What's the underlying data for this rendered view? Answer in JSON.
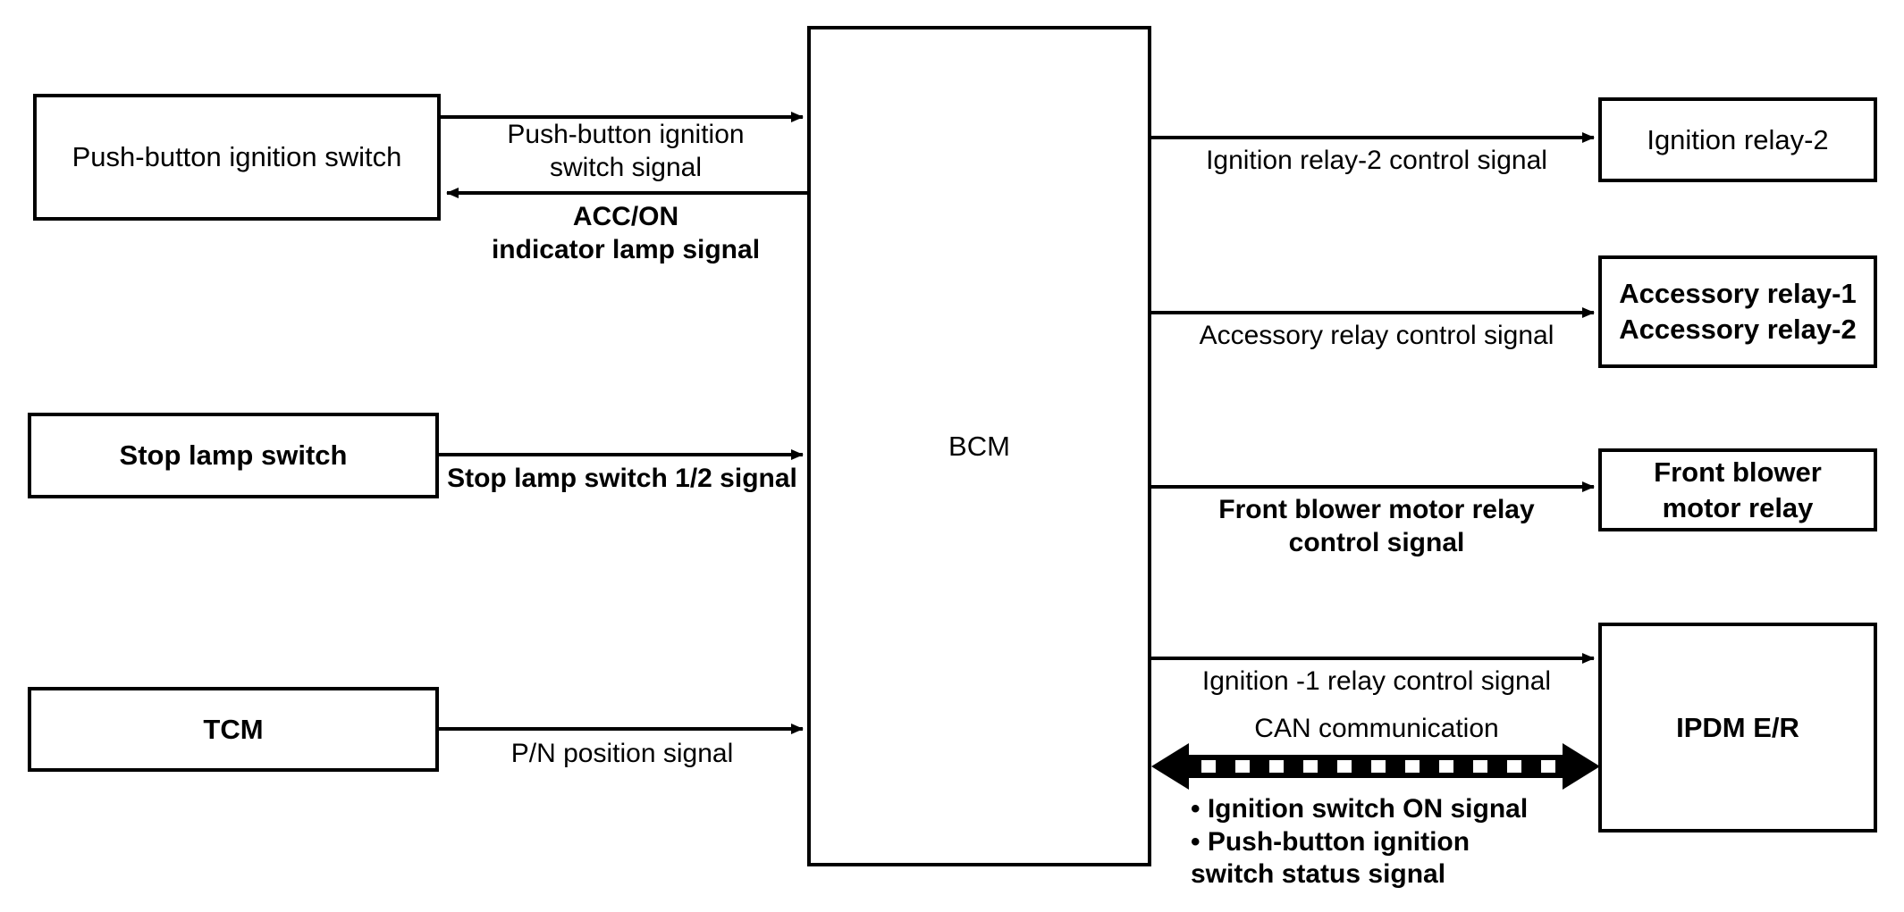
{
  "diagram": {
    "title": "BCM system signal block diagram",
    "line_color": "#000000",
    "background": "#ffffff"
  },
  "nodes": {
    "push_button_ignition_switch": {
      "label": "Push-button ignition switch"
    },
    "stop_lamp_switch": {
      "label": "Stop lamp switch"
    },
    "tcm": {
      "label": "TCM"
    },
    "bcm": {
      "label": "BCM"
    },
    "ignition_relay_2": {
      "label": "Ignition relay-2"
    },
    "accessory_relay": {
      "line1": "Accessory relay-1",
      "line2": "Accessory relay-2"
    },
    "front_blower_motor_relay": {
      "line1": "Front blower",
      "line2": "motor relay"
    },
    "ipdm_er": {
      "label": "IPDM E/R"
    }
  },
  "signals": {
    "push_button_switch_signal": "Push-button ignition\nswitch signal",
    "acc_on_indicator_lamp_signal": "ACC/ON\nindicator lamp signal",
    "stop_lamp_switch_signal": "Stop lamp switch 1/2 signal",
    "pn_position_signal": "P/N position signal",
    "ignition_relay_2_control_signal": "Ignition relay-2 control signal",
    "accessory_relay_control_signal": "Accessory relay control signal",
    "front_blower_motor_relay_control_signal": "Front blower motor relay\ncontrol signal",
    "ignition_1_relay_control_signal": "Ignition -1 relay control signal",
    "can_communication": "CAN communication",
    "can_items": "• Ignition switch ON signal\n• Push-button ignition\n   switch status signal"
  }
}
